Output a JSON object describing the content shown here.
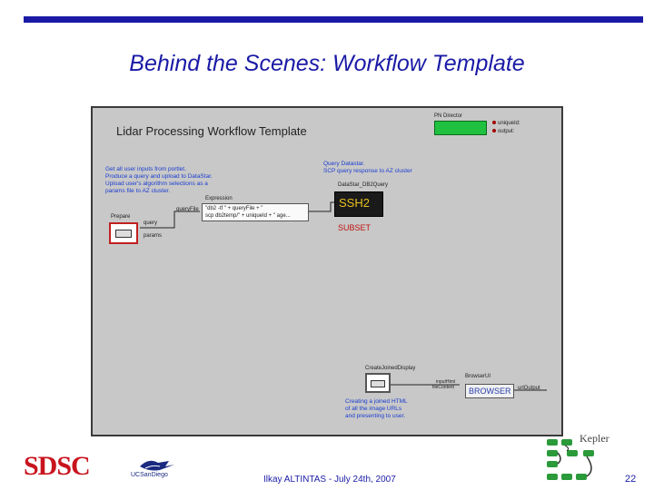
{
  "slide": {
    "title": "Behind the Scenes: Workflow Template",
    "author_footer": "Ilkay ALTINTAS - July 24th, 2007",
    "page_number": "22",
    "logo_sdsc": "SDSC",
    "logo_ucsd": "UCSanDiego",
    "logo_kepler": "Kepler"
  },
  "workflow": {
    "title": "Lidar Processing Workflow Template",
    "director": {
      "label": "PN Director",
      "ports": [
        "uniqueId:",
        "output:"
      ]
    },
    "notes": {
      "left": [
        "Get all user inputs from portlet.",
        "Produce a query and upload to DataStar.",
        "Upload user's algorithm selections as a",
        "params file to AZ cluster."
      ],
      "query": [
        "Query Datastar.",
        "SCP query response to AZ cluster"
      ],
      "bottom": [
        "Creating a joined HTML",
        "of all the image URLs",
        "and presenting to user."
      ]
    },
    "actors": {
      "prepare": {
        "label": "Prepare",
        "ports": [
          "query",
          "params"
        ]
      },
      "expression": {
        "label": "Expression",
        "port": "queryFile",
        "text": [
          "\"db2 -tf \" + queryFile + \"",
          "scp db2temp/\" + uniqueId + \" age..."
        ]
      },
      "ssh2": {
        "label": "DataStar_DB2Query",
        "text": "SSH2",
        "subset": "SUBSET"
      },
      "joined": {
        "label": "CreateJoinedDisplay"
      },
      "browser": {
        "label": "BrowserUI",
        "in_ports": [
          "inputHtml",
          "fileContent"
        ],
        "out_port": "urlOutput",
        "text": "BROWSER"
      }
    }
  },
  "colors": {
    "title_blue": "#1a1aa6",
    "sdsc_red": "#c8141e",
    "director_green": "#20c040",
    "note_blue": "#1a3cd0"
  }
}
